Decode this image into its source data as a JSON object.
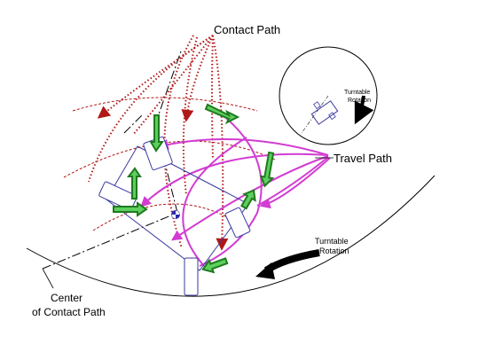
{
  "labels": {
    "contact_path": "Contact Path",
    "travel_path": "Travel Path",
    "center_line1": "Center",
    "center_line2": "of Contact Path",
    "turntable_line1": "Turntable",
    "turntable_line2": "Rotation",
    "inset_turntable_line1": "Turntable",
    "inset_turntable_line2": "Rotation"
  },
  "colors": {
    "contact_path": "#b01818",
    "travel_path": "#d23cd2",
    "velocity_arrow": "#33b833",
    "wheel_outline": "#3a3aa0",
    "line": "#000000",
    "center_marker": "#2a2ab0"
  }
}
